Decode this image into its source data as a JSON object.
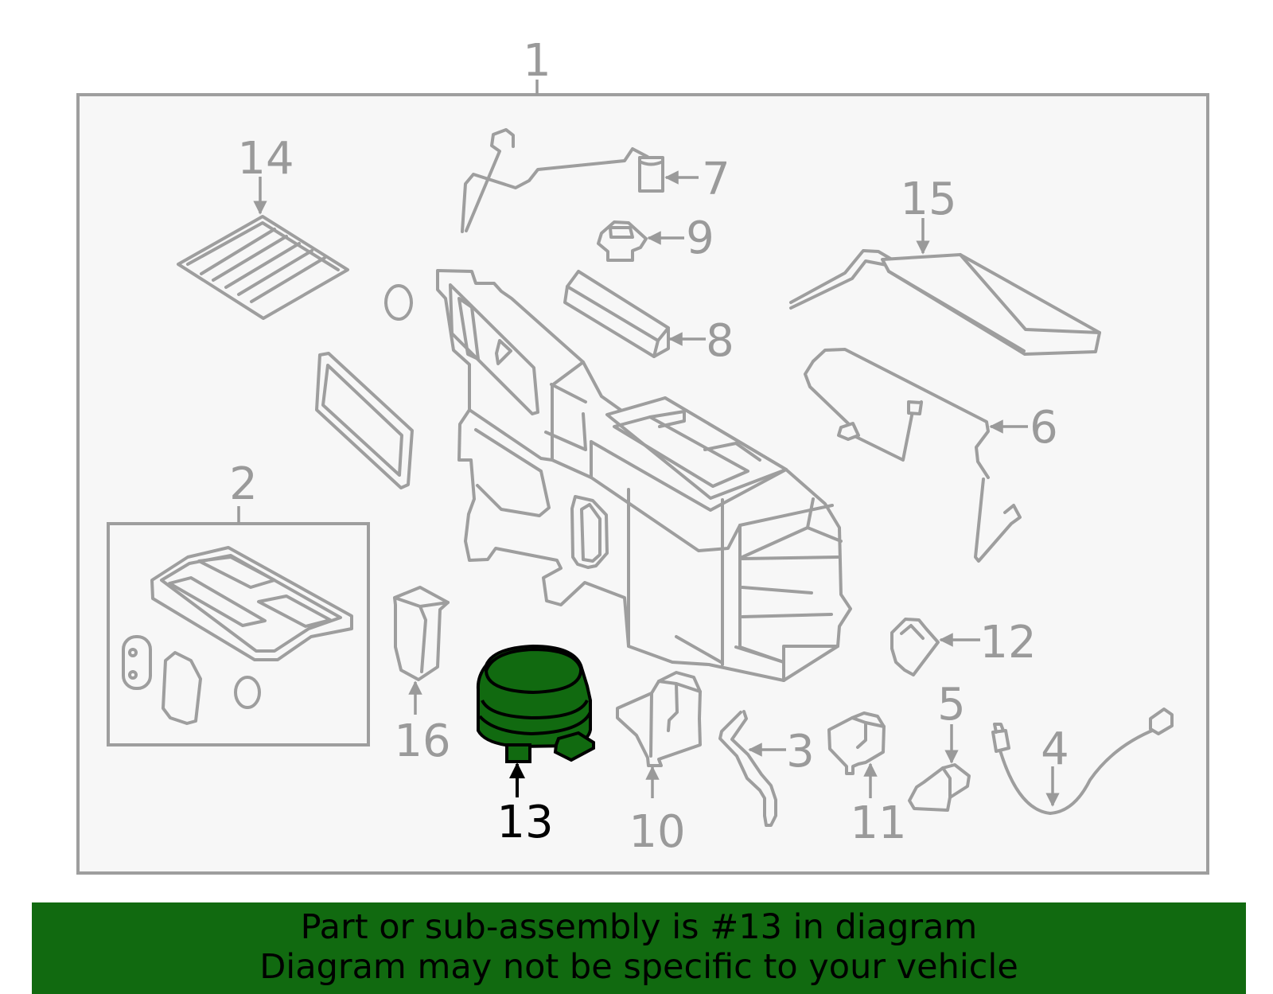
{
  "diagram": {
    "highlight_color": "#116a10",
    "highlighted_part": "13",
    "callouts": {
      "c1": "1",
      "c2": "2",
      "c3": "3",
      "c4": "4",
      "c5": "5",
      "c6": "6",
      "c7": "7",
      "c8": "8",
      "c9": "9",
      "c10": "10",
      "c11": "11",
      "c12": "12",
      "c13": "13",
      "c14": "14",
      "c15": "15",
      "c16": "16"
    }
  },
  "banner": {
    "line1": "Part or sub-assembly is #13 in diagram",
    "line2": "Diagram may not be specific to your vehicle",
    "background": "#116a10"
  }
}
